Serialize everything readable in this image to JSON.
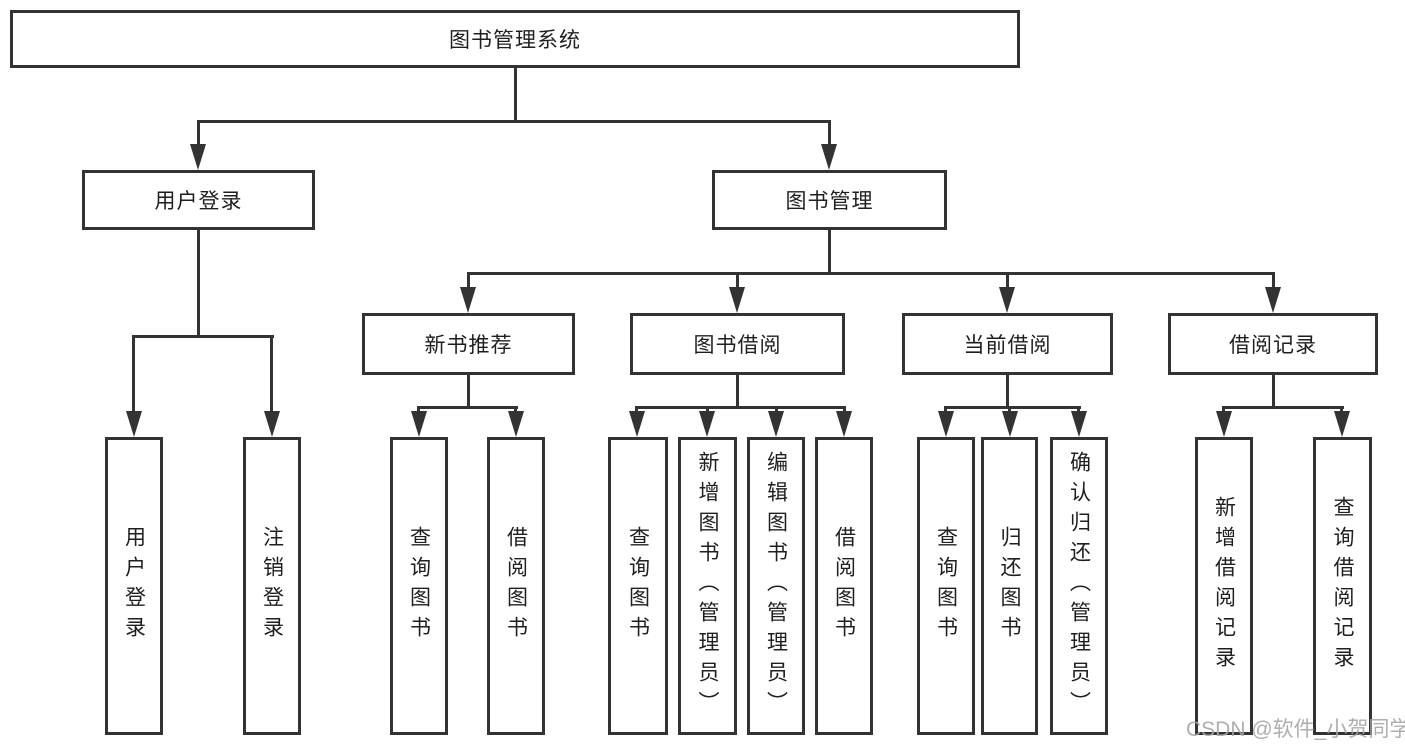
{
  "diagram": {
    "root": "图书管理系统",
    "level2": [
      "用户登录",
      "图书管理"
    ],
    "level3": [
      "新书推荐",
      "图书借阅",
      "当前借阅",
      "借阅记录"
    ],
    "leaves": {
      "user_login": [
        "用户登录",
        "注销登录"
      ],
      "new_books": [
        "查询图书",
        "借阅图书"
      ],
      "book_borrow": [
        "查询图书",
        "新增图书（管理员）",
        "编辑图书（管理员）",
        "借阅图书"
      ],
      "current_borrow": [
        "查询图书",
        "归还图书",
        "确认归还（管理员）"
      ],
      "borrow_records": [
        "新增借阅记录",
        "查询借阅记录"
      ]
    }
  },
  "watermark": "CSDN @软件_小贺同学",
  "colors": {
    "line": "#333333",
    "text": "#1f1f1f",
    "background": "#ffffff",
    "watermark": "#a6a6a6"
  }
}
